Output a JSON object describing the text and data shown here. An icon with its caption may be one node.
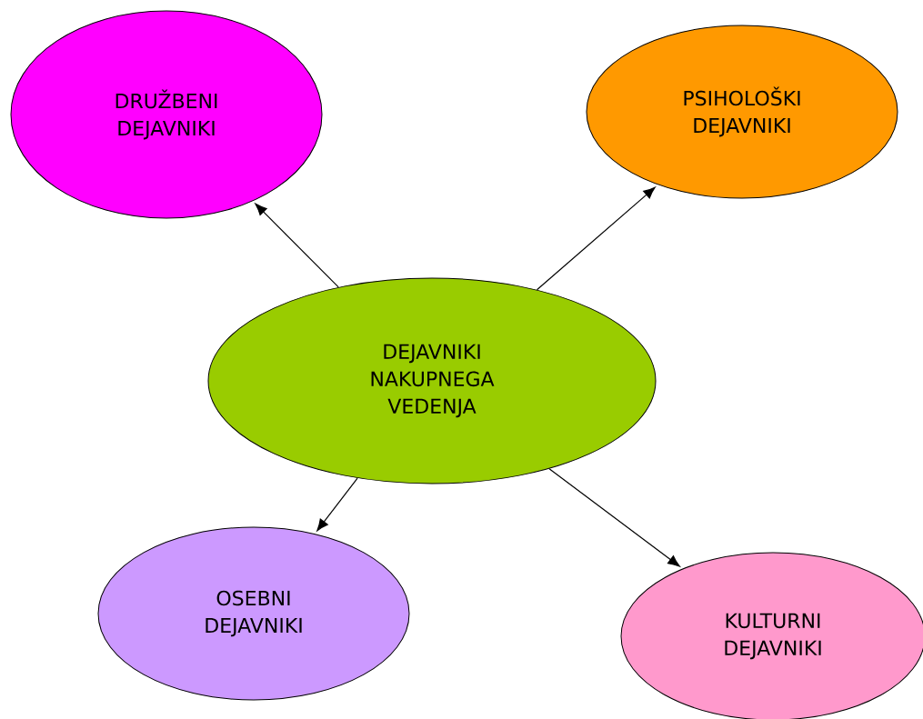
{
  "diagram": {
    "nodes": [
      {
        "text": [
          "DEJAVNIKI NAKUPNEGA VEDENJA"
        ]
      },
      {
        "text": [
          "DRUŽBENI DEJAVNIKI"
        ]
      },
      {
        "text": [
          "PSIHOLOŠKI DEJAVNIKI"
        ]
      },
      {
        "text": [
          "OSEBNI DEJAVNIKI"
        ]
      },
      {
        "text": [
          "KULTURNI DEJAVNIKI"
        ]
      }
    ],
    "edges": [
      {
        "from": 0,
        "to": 1,
        "arrow": "to"
      },
      {
        "from": 0,
        "to": 2,
        "arrow": "to"
      },
      {
        "from": 0,
        "to": 3,
        "arrow": "to"
      },
      {
        "from": 0,
        "to": 4,
        "arrow": "to"
      }
    ]
  }
}
